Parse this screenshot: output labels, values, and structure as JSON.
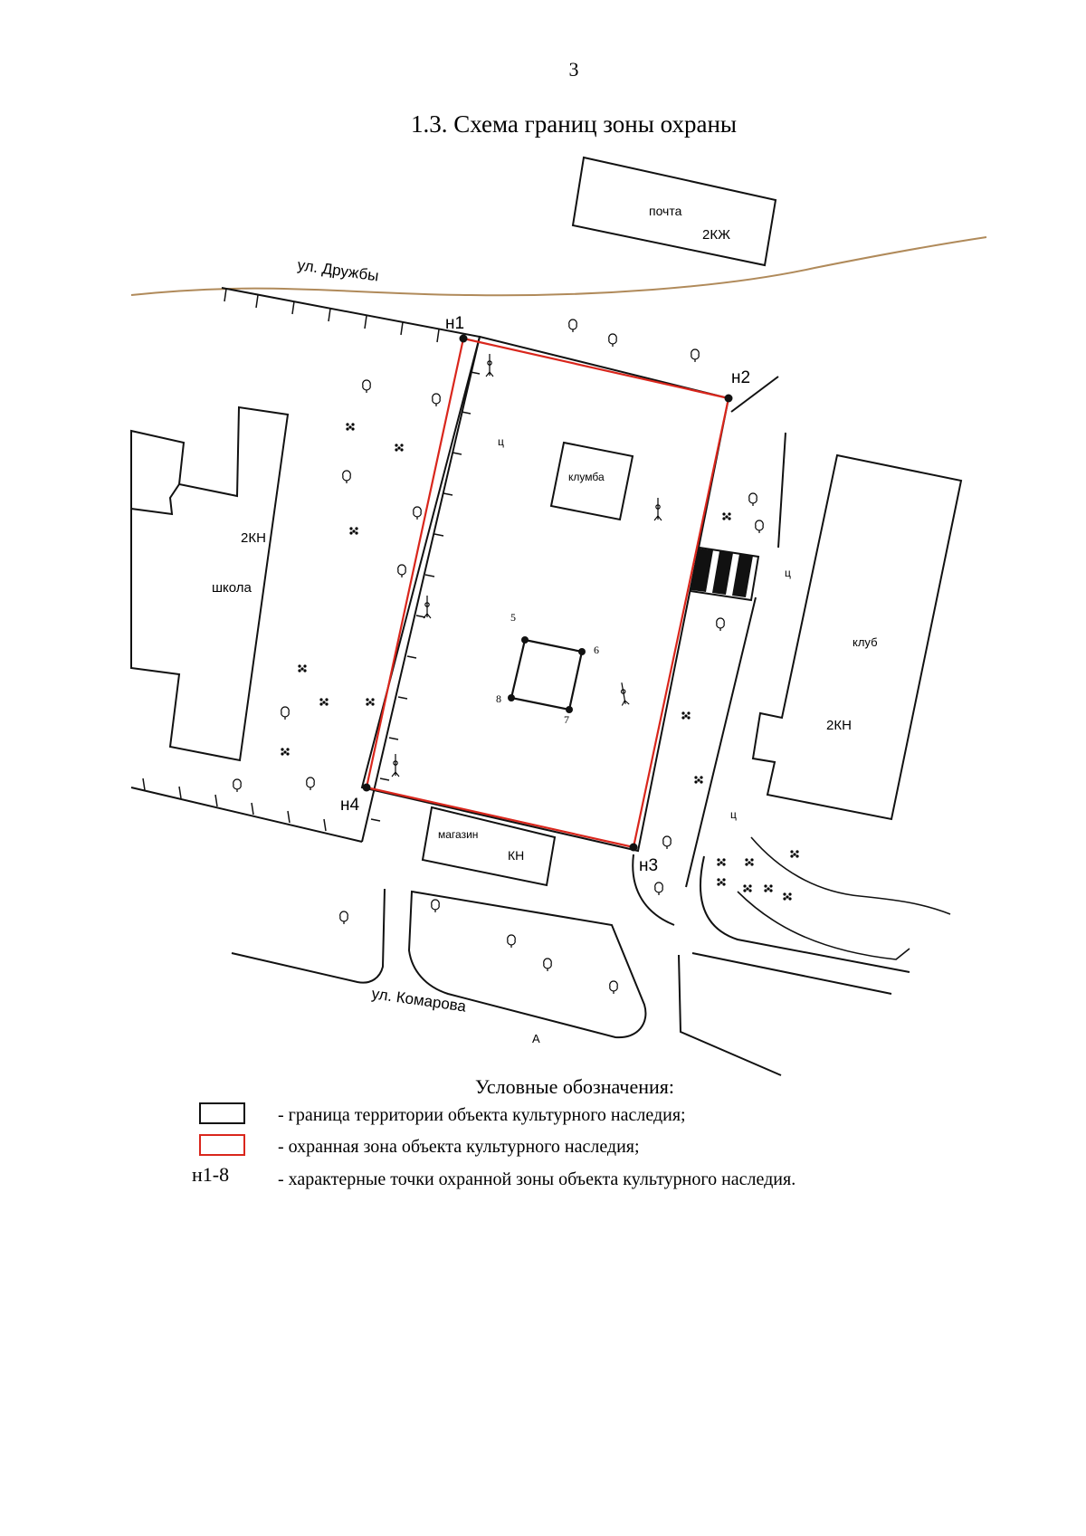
{
  "page": {
    "number": "3",
    "title": "1.3. Схема границ зоны охраны"
  },
  "map": {
    "streets": {
      "north": "ул. Дружбы",
      "south": "ул. Комарова"
    },
    "buildings": {
      "post_office": "почта",
      "post_office_code": "2КЖ",
      "school": "школа",
      "school_code": "2КН",
      "club": "клуб",
      "club_code": "2КН",
      "shop": "магазин",
      "shop_code": "КН",
      "flowerbed": "клумба"
    },
    "boundary_points": {
      "n1": "н1",
      "n2": "н2",
      "n3": "н3",
      "n4": "н4"
    },
    "monument_points": {
      "p5": "5",
      "p6": "6",
      "p7": "7",
      "p8": "8"
    },
    "small_marks": {
      "c1": "ц",
      "c2": "ц",
      "c3": "ц",
      "a": "А"
    },
    "colors": {
      "territory_boundary": "#111111",
      "protection_zone": "#d9261c",
      "street_line": "#b08a5a"
    }
  },
  "legend": {
    "title": "Условные обозначения:",
    "items": [
      {
        "swatch": "black-rectangle",
        "text": "- граница территории объекта культурного наследия;"
      },
      {
        "swatch": "red-rectangle",
        "text": "- охранная зона объекта культурного наследия;"
      },
      {
        "code": "н1-8",
        "text": "- характерные точки охранной зоны объекта культурного наследия."
      }
    ]
  }
}
